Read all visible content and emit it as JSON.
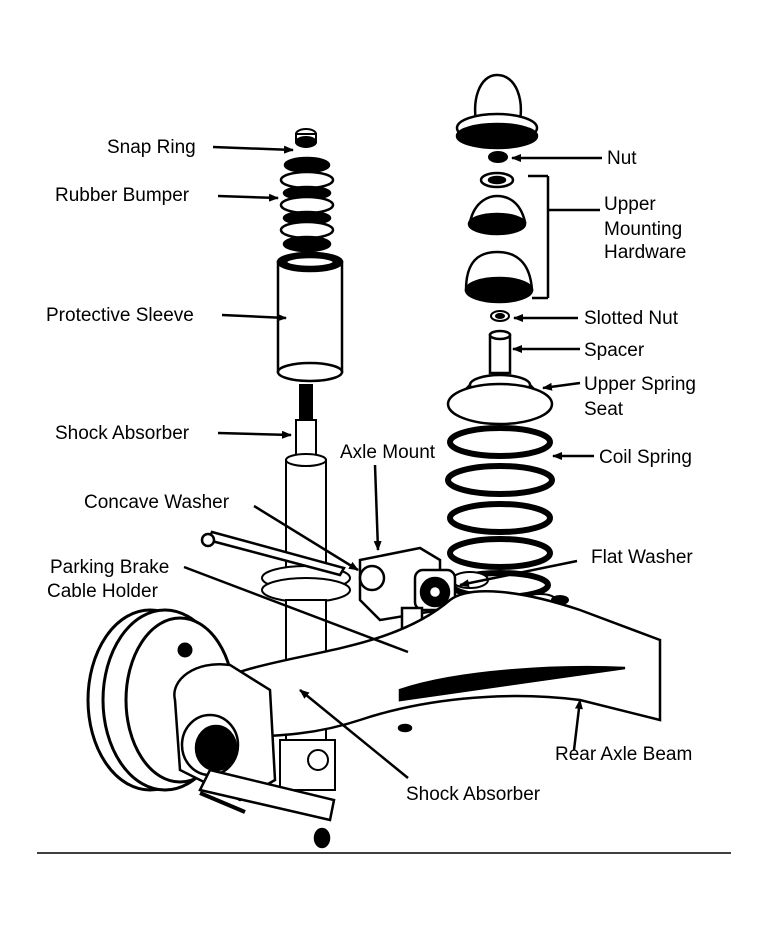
{
  "labels": {
    "snap_ring": "Snap Ring",
    "rubber_bumper": "Rubber Bumper",
    "protective_sleeve": "Protective Sleeve",
    "shock_absorber_upper": "Shock Absorber",
    "concave_washer": "Concave Washer",
    "parking_brake_1": "Parking Brake",
    "parking_brake_2": "Cable Holder",
    "axle_mount": "Axle Mount",
    "nut": "Nut",
    "upper_mounting_1": "Upper",
    "upper_mounting_2": "Mounting",
    "upper_mounting_3": "Hardware",
    "slotted_nut": "Slotted Nut",
    "spacer": "Spacer",
    "upper_spring_seat_1": "Upper Spring",
    "upper_spring_seat_2": "Seat",
    "coil_spring": "Coil Spring",
    "flat_washer": "Flat Washer",
    "rear_axle_beam": "Rear Axle Beam",
    "shock_absorber_lower": "Shock Absorber"
  },
  "colors": {
    "ink": "#000000",
    "paper": "#ffffff"
  }
}
